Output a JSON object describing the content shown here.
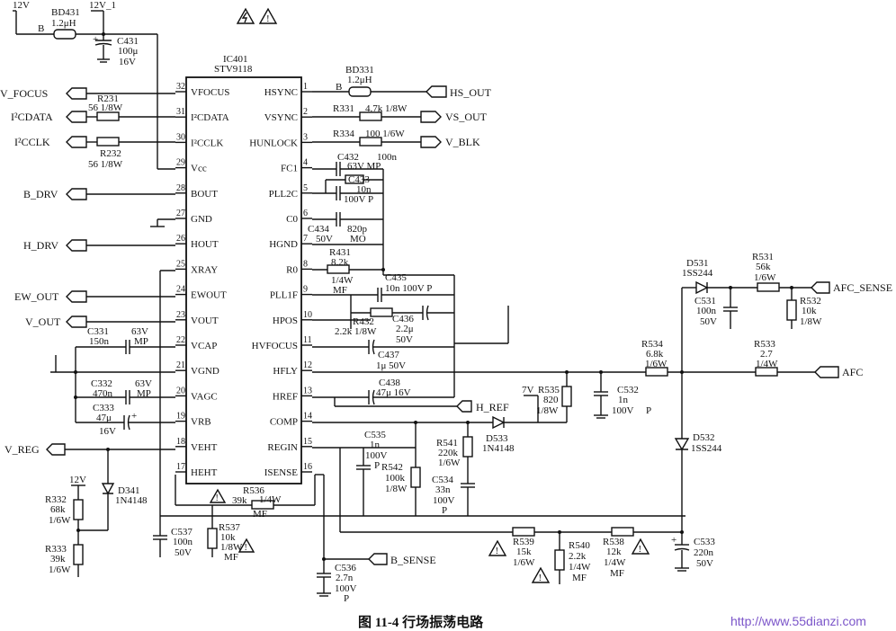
{
  "ic": {
    "ref": "IC401",
    "part": "STV9118"
  },
  "left_pins": [
    {
      "num": "32",
      "name": "VFOCUS"
    },
    {
      "num": "31",
      "name": "I²CDATA"
    },
    {
      "num": "30",
      "name": "I²CCLK"
    },
    {
      "num": "29",
      "name": "Vcc"
    },
    {
      "num": "28",
      "name": "BOUT"
    },
    {
      "num": "27",
      "name": "GND"
    },
    {
      "num": "26",
      "name": "HOUT"
    },
    {
      "num": "25",
      "name": "XRAY"
    },
    {
      "num": "24",
      "name": "EWOUT"
    },
    {
      "num": "23",
      "name": "VOUT"
    },
    {
      "num": "22",
      "name": "VCAP"
    },
    {
      "num": "21",
      "name": "VGND"
    },
    {
      "num": "20",
      "name": "VAGC"
    },
    {
      "num": "19",
      "name": "VRB"
    },
    {
      "num": "18",
      "name": "VEHT"
    },
    {
      "num": "17",
      "name": "HEHT"
    }
  ],
  "right_pins": [
    {
      "num": "1",
      "name": "HSYNC"
    },
    {
      "num": "2",
      "name": "VSYNC"
    },
    {
      "num": "3",
      "name": "HUNLOCK"
    },
    {
      "num": "4",
      "name": "FC1"
    },
    {
      "num": "5",
      "name": "PLL2C"
    },
    {
      "num": "6",
      "name": "C0"
    },
    {
      "num": "7",
      "name": "HGND"
    },
    {
      "num": "8",
      "name": "R0"
    },
    {
      "num": "9",
      "name": "PLL1F"
    },
    {
      "num": "10",
      "name": "HPOS"
    },
    {
      "num": "11",
      "name": "HVFOCUS"
    },
    {
      "num": "12",
      "name": "HFLY"
    },
    {
      "num": "13",
      "name": "HREF"
    },
    {
      "num": "14",
      "name": "COMP"
    },
    {
      "num": "15",
      "name": "REGIN"
    },
    {
      "num": "16",
      "name": "ISENSE"
    }
  ],
  "ports": {
    "v_focus": "V_FOCUS",
    "i2cdata": "I²CDATA",
    "i2cclk": "I²CCLK",
    "b_drv": "B_DRV",
    "h_drv": "H_DRV",
    "ew_out": "EW_OUT",
    "v_out": "V_OUT",
    "v_reg": "V_REG",
    "hs_out": "HS_OUT",
    "vs_out": "VS_OUT",
    "v_blk": "V_BLK",
    "h_ref": "H_REF",
    "b_sense": "B_SENSE",
    "afc_sense": "AFC_SENSE",
    "afc": "AFC"
  },
  "rails": {
    "v12": "12V",
    "v12_1": "12V_1",
    "v7": "7V",
    "v12b": "12V"
  },
  "labels": {
    "bd431": "BD431",
    "bd431_val": "1.2μH",
    "b1": "B",
    "c431": "C431",
    "c431_v1": "100μ",
    "c431_v2": "16V",
    "r231": "R231",
    "r231_v": "56   1/8W",
    "r232": "R232",
    "r232_v": "56   1/8W",
    "bd331": "BD331",
    "bd331_val": "1.2μH",
    "b2": "B",
    "r331": "R331",
    "r331_v": "4.7k   1/8W",
    "r334": "R334",
    "r334_v": "100     1/6W",
    "c432": "C432",
    "c432_v": "63V  MP",
    "c432_n": "100n",
    "c433": "C433",
    "c433_v": "10n",
    "c433_v2": "100V  P",
    "c434": "C434",
    "c434_v": "50V",
    "c434_n": "820p",
    "c434_m": "MO",
    "r431": "R431",
    "r431_v": "8.2k",
    "r431_w": "1/4W",
    "r431_m": "MF",
    "c435": "C435",
    "c435_v": "10n 100V  P",
    "r432": "R432",
    "r432_v": "2.2k   1/8W",
    "c436": "C436",
    "c436_v": "2.2μ",
    "c436_v2": "50V",
    "c437": "C437",
    "c437_v": "1μ  50V",
    "c438": "C438",
    "c438_v": "47μ 16V",
    "c331": "C331",
    "c331_v": "150n",
    "c331_v2": "63V",
    "c331_m": "MP",
    "c332": "C332",
    "c332_v": "470n",
    "c332_v2": "63V",
    "c332_m": "MP",
    "c333": "C333",
    "c333_v": "47μ",
    "c333_v2": "16V",
    "r332": "R332",
    "r332_v": "68k",
    "r332_w": "1/6W",
    "r333": "R333",
    "r333_v": "39k",
    "r333_w": "1/6W",
    "d341": "D341",
    "d341_v": "1N4148",
    "r536": "R536",
    "r536_v": "39k",
    "r536_w": "1/4W",
    "r536_m": "MF",
    "c537": "C537",
    "c537_v": "100n",
    "c537_v2": "50V",
    "r537": "R537",
    "r537_v": "10k",
    "r537_w": "1/8W",
    "r537_m": "MF",
    "c536": "C536",
    "c536_v": "2.7n",
    "c536_v2": "100V",
    "c536_p": "P",
    "c535": "C535",
    "c535_v": "1n",
    "c535_v2": "100V",
    "c535_p": "P",
    "r542": "R542",
    "r542_v": "100k",
    "r542_w": "1/8W",
    "r541": "R541",
    "r541_v": "220k",
    "r541_w": "1/6W",
    "c534": "C534",
    "c534_v": "33n",
    "c534_v2": "100V",
    "c534_p": "P",
    "d533": "D533",
    "d533_v": "1N4148",
    "r535": "R535",
    "r535_v": "820",
    "r535_w": "1/8W",
    "c532": "C532",
    "c532_v": "1n",
    "c532_v2": "100V",
    "c532_p": "P",
    "r534": "R534",
    "r534_v": "6.8k",
    "r534_w": "1/6W",
    "r533": "R533",
    "r533_v": "2.7",
    "r533_w": "1/4W",
    "d531": "D531",
    "d531_v": "1SS244",
    "r531": "R531",
    "r531_v": "56k",
    "r531_w": "1/6W",
    "c531": "C531",
    "c531_v": "100n",
    "c531_v2": "50V",
    "r532": "R532",
    "r532_v": "10k",
    "r532_w": "1/8W",
    "d532": "D532",
    "d532_v": "1SS244",
    "r539": "R539",
    "r539_v": "15k",
    "r539_w": "1/6W",
    "r540": "R540",
    "r540_v": "2.2k",
    "r540_w": "1/4W",
    "r540_m": "MF",
    "r538": "R538",
    "r538_v": "12k",
    "r538_w": "1/4W",
    "r538_m": "MF",
    "c533": "C533",
    "c533_v": "220n",
    "c533_v2": "50V"
  },
  "caption": "图 11-4   行场振荡电路",
  "watermark": "http://www.55dianzi.com"
}
